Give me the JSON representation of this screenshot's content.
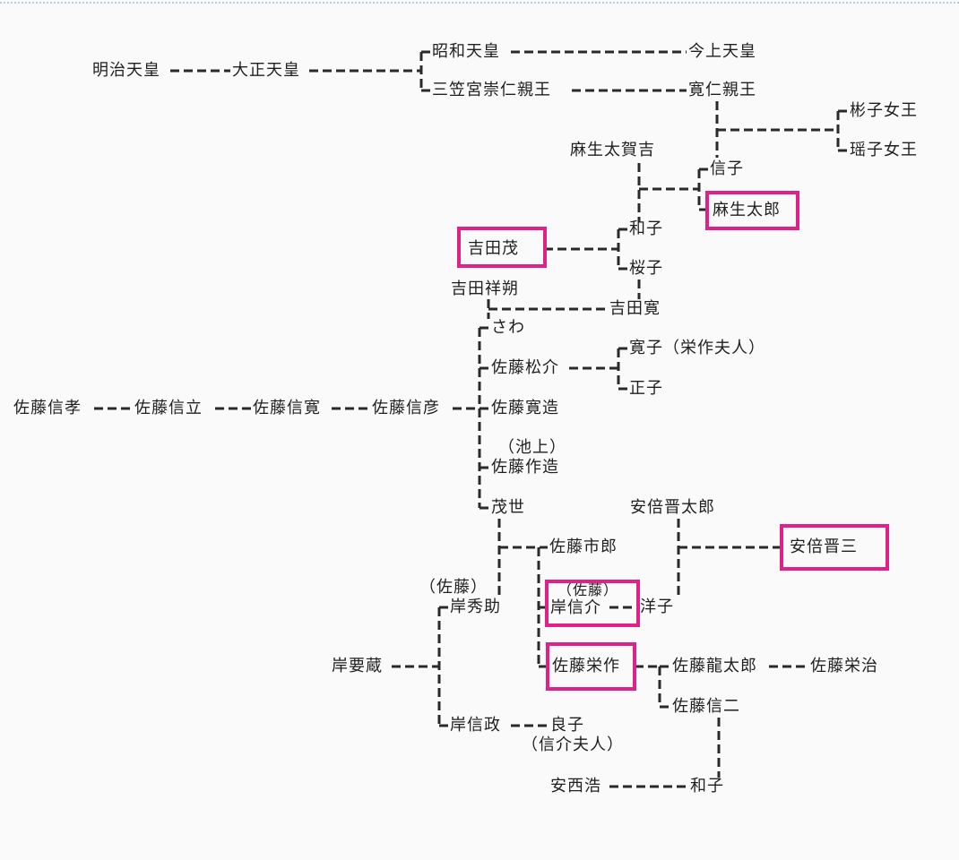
{
  "accent": "#e0218a",
  "people": {
    "meiji": "明治天皇",
    "taisho": "大正天皇",
    "showa": "昭和天皇",
    "kinjo": "今上天皇",
    "mikasa": "三笠宮崇仁親王",
    "tomohito": "寛仁親王",
    "akiko": "彬子女王",
    "yoko": "瑶子女王",
    "aso_takakichi": "麻生太賀吉",
    "nobuko": "信子",
    "aso_taro": "麻生太郎",
    "kazuko_y": "和子",
    "yoshida_shigeru": "吉田茂",
    "sakurako": "桜子",
    "yoshida_shoichi": "吉田祥朔",
    "yoshida_hiroshi": "吉田寛",
    "sawa": "さわ",
    "sato_matsusuke": "佐藤松介",
    "hiroko": "寛子（栄作夫人）",
    "masako": "正子",
    "sato_nobutaka": "佐藤信孝",
    "sato_nobutatsu": "佐藤信立",
    "sato_nobuhiro": "佐藤信寛",
    "sato_nobuhiko": "佐藤信彦",
    "sato_hirozo": "佐藤寛造",
    "ikegami": "（池上）",
    "sato_sakuzo": "佐藤作造",
    "moyo": "茂世",
    "abe_kantaro": "安倍晋太郎",
    "sato_ichiro": "佐藤市郎",
    "abe_shinzo": "安倍晋三",
    "sato_paren1": "（佐藤）",
    "kishi_hidesuke": "岸秀助",
    "sato_paren2": "（佐藤）",
    "kishi_nobusuke": "岸信介",
    "yoko_abe": "洋子",
    "kishi_yozo": "岸要蔵",
    "sato_eisaku": "佐藤栄作",
    "sato_ryutaro": "佐藤龍太郎",
    "sato_eiji": "佐藤栄治",
    "sato_shinji": "佐藤信二",
    "kishi_nobumasa": "岸信政",
    "yoshiko": "良子",
    "nobusuke_wife": "（信介夫人）",
    "anzai_hiroshi": "安西浩",
    "kazuko_s": "和子"
  }
}
